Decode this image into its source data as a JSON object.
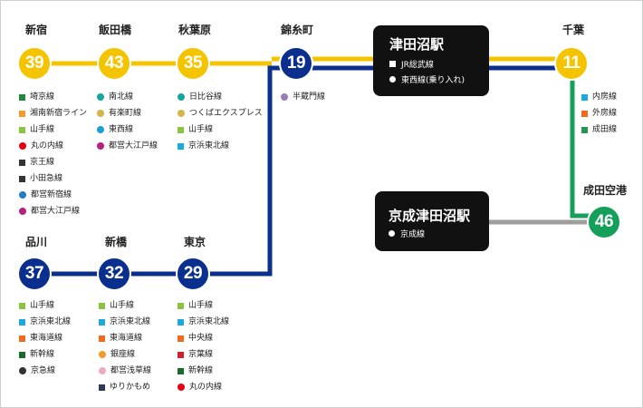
{
  "colors": {
    "tozai_line": "#f5c400",
    "sobu_line": "#0b2f8f",
    "keisei_line": "#9e9e9e",
    "chiba_link": "#14a05b",
    "box": "#111111"
  },
  "stations": {
    "shinjuku": {
      "name": "新宿",
      "number": "39",
      "lines": [
        {
          "label": "埼京線",
          "color": "#1f8a3c",
          "shape": "square"
        },
        {
          "label": "湘南新宿ライン",
          "color": "#f39a2b",
          "shape": "square"
        },
        {
          "label": "山手線",
          "color": "#8bc53f",
          "shape": "square"
        },
        {
          "label": "丸の内線",
          "color": "#e60012",
          "shape": "circle"
        },
        {
          "label": "京王線",
          "color": "#333333",
          "shape": "square"
        },
        {
          "label": "小田急線",
          "color": "#333333",
          "shape": "square"
        },
        {
          "label": "都営新宿線",
          "color": "#1d7ec4",
          "shape": "circle"
        },
        {
          "label": "都営大江戸線",
          "color": "#b5217d",
          "shape": "circle"
        }
      ]
    },
    "iidabashi": {
      "name": "飯田橋",
      "number": "43",
      "lines": [
        {
          "label": "南北線",
          "color": "#14a7a0",
          "shape": "circle"
        },
        {
          "label": "有楽町線",
          "color": "#d4b548",
          "shape": "circle"
        },
        {
          "label": "東西線",
          "color": "#1aa0d8",
          "shape": "circle"
        },
        {
          "label": "都営大江戸線",
          "color": "#b5217d",
          "shape": "circle"
        }
      ]
    },
    "akihabara": {
      "name": "秋葉原",
      "number": "35",
      "lines": [
        {
          "label": "日比谷線",
          "color": "#14a7a0",
          "shape": "circle"
        },
        {
          "label": "つくばエクスプレス",
          "color": "#d4b548",
          "shape": "circle"
        },
        {
          "label": "山手線",
          "color": "#8bc53f",
          "shape": "square"
        },
        {
          "label": "京浜東北線",
          "color": "#1aa9e0",
          "shape": "square"
        }
      ]
    },
    "kinshicho": {
      "name": "錦糸町",
      "number": "19",
      "lines": [
        {
          "label": "半蔵門線",
          "color": "#9b7cb6",
          "shape": "circle"
        }
      ]
    },
    "chiba": {
      "name": "千葉",
      "number": "11",
      "lines": [
        {
          "label": "内房線",
          "color": "#1aa9e0",
          "shape": "square"
        },
        {
          "label": "外房線",
          "color": "#f26b1d",
          "shape": "square"
        },
        {
          "label": "成田線",
          "color": "#1f9a55",
          "shape": "square"
        }
      ]
    },
    "narita_airport": {
      "name": "成田空港",
      "number": "46",
      "lines": []
    },
    "shinagawa": {
      "name": "品川",
      "number": "37",
      "lines": [
        {
          "label": "山手線",
          "color": "#8bc53f",
          "shape": "square"
        },
        {
          "label": "京浜東北線",
          "color": "#1aa9e0",
          "shape": "square"
        },
        {
          "label": "東海道線",
          "color": "#f26b1d",
          "shape": "square"
        },
        {
          "label": "新幹線",
          "color": "#1a6b2a",
          "shape": "square"
        },
        {
          "label": "京急線",
          "color": "#333333",
          "shape": "circle"
        }
      ]
    },
    "shimbashi": {
      "name": "新橋",
      "number": "32",
      "lines": [
        {
          "label": "山手線",
          "color": "#8bc53f",
          "shape": "square"
        },
        {
          "label": "京浜東北線",
          "color": "#1aa9e0",
          "shape": "square"
        },
        {
          "label": "東海道線",
          "color": "#f26b1d",
          "shape": "square"
        },
        {
          "label": "銀座線",
          "color": "#f39a2b",
          "shape": "circle"
        },
        {
          "label": "都営浅草線",
          "color": "#f0a9c4",
          "shape": "circle"
        },
        {
          "label": "ゆりかもめ",
          "color": "#2a3b5c",
          "shape": "square"
        }
      ]
    },
    "tokyo": {
      "name": "東京",
      "number": "29",
      "lines": [
        {
          "label": "山手線",
          "color": "#8bc53f",
          "shape": "square"
        },
        {
          "label": "京浜東北線",
          "color": "#1aa9e0",
          "shape": "square"
        },
        {
          "label": "中央線",
          "color": "#f26b1d",
          "shape": "square"
        },
        {
          "label": "京葉線",
          "color": "#d0202e",
          "shape": "square"
        },
        {
          "label": "新幹線",
          "color": "#1a6b2a",
          "shape": "square"
        },
        {
          "label": "丸の内線",
          "color": "#e60012",
          "shape": "circle"
        }
      ]
    }
  },
  "tsudanuma": {
    "title": "津田沼駅",
    "line1": "JR総武線",
    "line2": "東西線(乗り入れ)"
  },
  "keisei_tsudanuma": {
    "title": "京成津田沼駅",
    "line1": "京成線"
  }
}
